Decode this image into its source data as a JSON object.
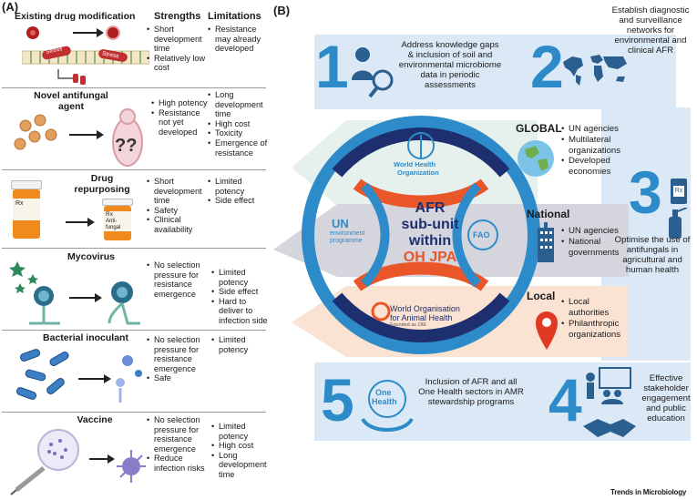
{
  "panelA": {
    "label": "(A)",
    "col_strengths": "Strengths",
    "col_limitations": "Limitations",
    "rows": [
      {
        "title": "Existing drug modification",
        "strengths": [
          "Short development time",
          "Relatively low cost"
        ],
        "limitations": [
          "Resistance may already developed"
        ],
        "stress1": "Stress",
        "stress2": "Stress"
      },
      {
        "title": "Novel antifungal agent",
        "strengths": [
          "High potency",
          "Resistance not yet developed"
        ],
        "limitations": [
          "Long development time",
          "High cost",
          "Toxicity",
          "Emergence of resistance"
        ]
      },
      {
        "title": "Drug repurposing",
        "strengths": [
          "Short development time",
          "Safety",
          "Clinical availability"
        ],
        "limitations": [
          "Limited potency",
          "Side effect"
        ],
        "bottle1": "Rx",
        "bottle2a": "Rx",
        "bottle2b": "Anti-fungal"
      },
      {
        "title": "Mycovirus",
        "strengths": [
          "No selection pressure for resistance emergence"
        ],
        "limitations": [
          "Limited potency",
          "Side effect",
          "Hard to deliver to infection side"
        ]
      },
      {
        "title": "Bacterial inoculant",
        "strengths": [
          "No selection pressure for resistance emergence",
          "Safe"
        ],
        "limitations": [
          "Limited potency"
        ]
      },
      {
        "title": "Vaccine",
        "strengths": [
          "No selection pressure for resistance emergence",
          "Reduce infection risks"
        ],
        "limitations": [
          "Limited potency",
          "High cost",
          "Long development time"
        ]
      }
    ]
  },
  "panelB": {
    "label": "(B)",
    "item1": {
      "num": "1",
      "text": "Address knowledge gaps & inclusion of soil and environmental microbiome data in periodic assessments"
    },
    "item2": {
      "num": "2",
      "text": "Establish diagnostic and surveillance networks for environmental and clinical AFR"
    },
    "item3": {
      "num": "3",
      "text": "Optimise the use of antifungals in agricultural and human health",
      "rx": "Rx"
    },
    "item4": {
      "num": "4",
      "text": "Effective stakeholder engagement and public education"
    },
    "item5": {
      "num": "5",
      "text": "Inclusion of AFR and all One Health sectors in AMR stewardship programs",
      "logo_line1": "One",
      "logo_line2": "Health"
    },
    "center": {
      "line1": "AFR",
      "line2": "sub-unit",
      "line3": "within",
      "line4": "OH JPA"
    },
    "who": {
      "line1": "World Health",
      "line2": "Organization"
    },
    "unep": {
      "line1": "UN",
      "line2": "environment",
      "line3": "programme"
    },
    "fao": {
      "text": "FAO"
    },
    "woah": {
      "line1": "World Organisation",
      "line2": "for Animal Health",
      "line3": "Founded as OIE"
    },
    "levels": [
      {
        "name": "GLOBAL",
        "items": [
          "UN agencies",
          "Multilateral organizations",
          "Developed economies"
        ]
      },
      {
        "name": "National",
        "items": [
          "UN agencies",
          "National governments"
        ]
      },
      {
        "name": "Local",
        "items": [
          "Local authorities",
          "Philanthropic organizations"
        ]
      }
    ],
    "footer": "Trends in Microbiology"
  },
  "colors": {
    "accent_blue": "#2e8bc9",
    "navy": "#1d2f6e",
    "orange": "#e8562a",
    "light_blue_bg": "#dbe9f6",
    "gray_band": "#d5d5de",
    "peach_band": "#fbe3d4"
  }
}
